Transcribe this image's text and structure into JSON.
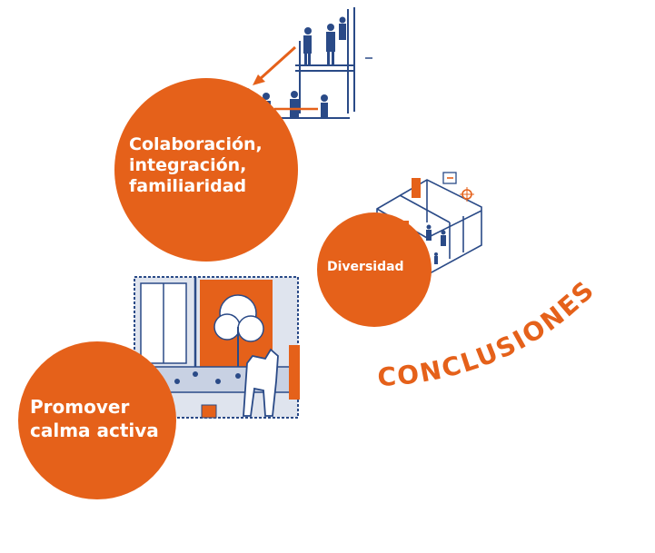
{
  "colors": {
    "accent": "#e5611a",
    "ink": "#2a4a87",
    "paper": "#ffffff"
  },
  "bubbles": [
    {
      "id": "colaboracion",
      "lines": [
        "Colaboración,",
        "integración,",
        "familiaridad"
      ]
    },
    {
      "id": "diversidad",
      "lines": [
        "Diversidad"
      ]
    },
    {
      "id": "calma",
      "lines": [
        "Promover",
        "calma activa"
      ]
    }
  ],
  "title": "CONCLUSIONES",
  "illustrations": [
    {
      "name": "people-on-stairs-sketch"
    },
    {
      "name": "isometric-room-sketch"
    },
    {
      "name": "window-tree-dog-sketch"
    }
  ]
}
